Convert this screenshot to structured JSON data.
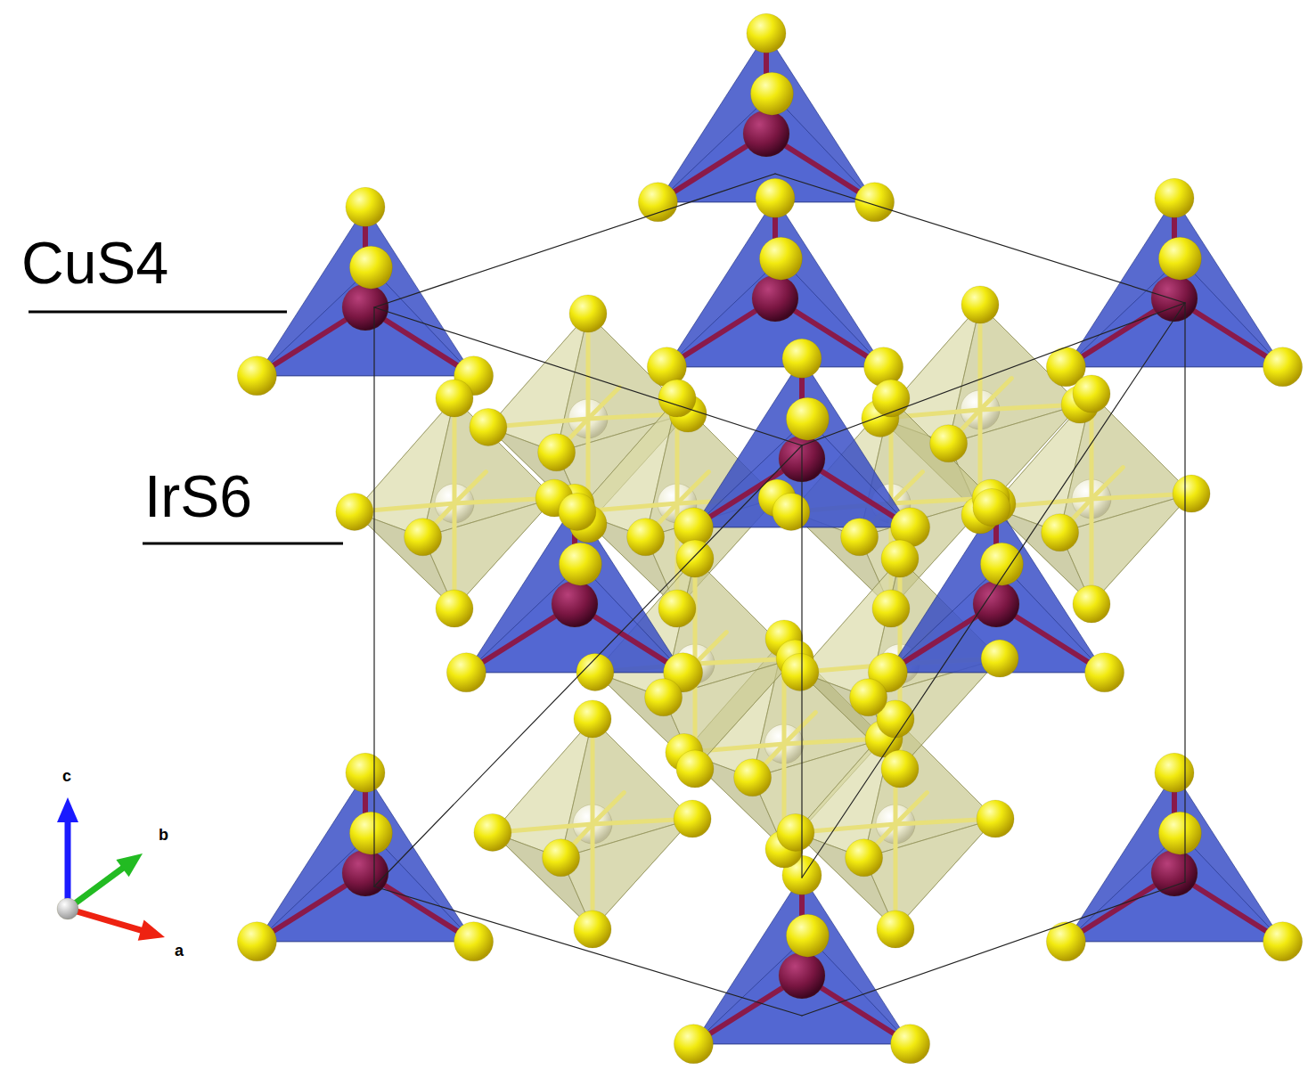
{
  "diagram": {
    "labels": [
      "CuS4",
      "IrS6",
      "c",
      "b",
      "a"
    ]
  }
}
